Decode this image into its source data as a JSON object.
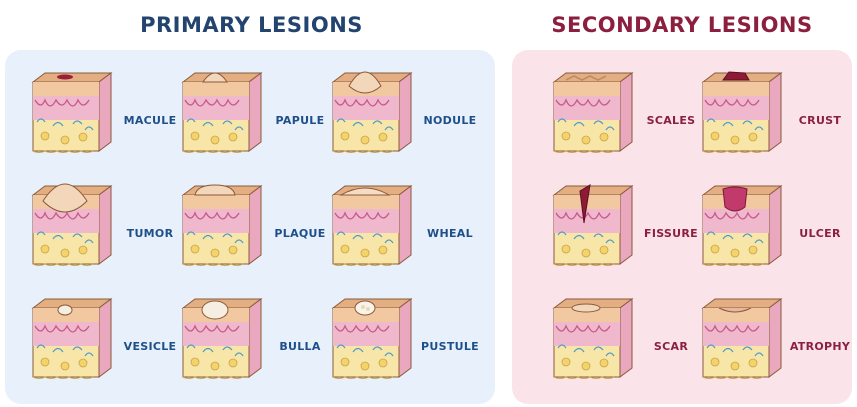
{
  "titles": {
    "primary": "PRIMARY LESIONS",
    "secondary": "SECONDARY LESIONS"
  },
  "colors": {
    "primary_title": "#22446e",
    "secondary_title": "#8c1f3e",
    "primary_panel": "#e8f1fb",
    "secondary_panel": "#fbe3ea",
    "skin_surface": "#f2c8a0",
    "dermis": "#f0b8cc",
    "fat": "#f8e6a8"
  },
  "primary": [
    {
      "label": "MACULE",
      "type": "macule"
    },
    {
      "label": "PAPULE",
      "type": "papule"
    },
    {
      "label": "NODULE",
      "type": "nodule"
    },
    {
      "label": "TUMOR",
      "type": "tumor"
    },
    {
      "label": "PLAQUE",
      "type": "plaque"
    },
    {
      "label": "WHEAL",
      "type": "wheal"
    },
    {
      "label": "VESICLE",
      "type": "vesicle"
    },
    {
      "label": "BULLA",
      "type": "bulla"
    },
    {
      "label": "PUSTULE",
      "type": "pustule"
    }
  ],
  "secondary": [
    {
      "label": "SCALES",
      "type": "scales"
    },
    {
      "label": "CRUST",
      "type": "crust"
    },
    {
      "label": "FISSURE",
      "type": "fissure"
    },
    {
      "label": "ULCER",
      "type": "ulcer"
    },
    {
      "label": "SCAR",
      "type": "scar"
    },
    {
      "label": "ATROPHY",
      "type": "atrophy"
    }
  ]
}
